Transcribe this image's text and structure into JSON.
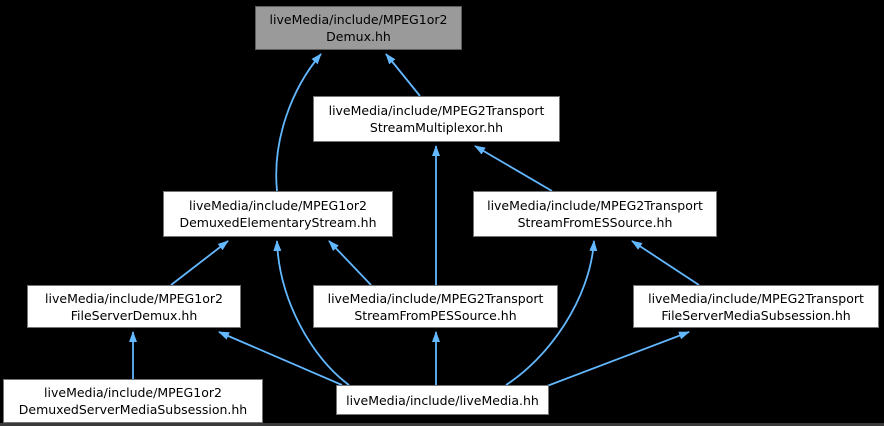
{
  "graph": {
    "description": "include dependency graph",
    "root": "demux"
  },
  "nodes": [
    {
      "id": "demux",
      "type": "current",
      "label": [
        "liveMedia/include/MPEG1or2",
        "Demux.hh"
      ]
    },
    {
      "id": "multiplexor",
      "type": "normal",
      "label": [
        "liveMedia/include/MPEG2Transport",
        "StreamMultiplexor.hh"
      ]
    },
    {
      "id": "elem",
      "type": "normal",
      "label": [
        "liveMedia/include/MPEG1or2",
        "DemuxedElementaryStream.hh"
      ]
    },
    {
      "id": "es",
      "type": "normal",
      "label": [
        "liveMedia/include/MPEG2Transport",
        "StreamFromESSource.hh"
      ]
    },
    {
      "id": "fsd",
      "type": "normal",
      "label": [
        "liveMedia/include/MPEG1or2",
        "FileServerDemux.hh"
      ]
    },
    {
      "id": "pes",
      "type": "normal",
      "label": [
        "liveMedia/include/MPEG2Transport",
        "StreamFromPESSource.hh"
      ]
    },
    {
      "id": "fsms",
      "type": "normal",
      "label": [
        "liveMedia/include/MPEG2Transport",
        "FileServerMediaSubsession.hh"
      ]
    },
    {
      "id": "dsms",
      "type": "normal",
      "label": [
        "liveMedia/include/MPEG1or2",
        "DemuxedServerMediaSubsession.hh"
      ]
    },
    {
      "id": "livemedia",
      "type": "normal",
      "label": [
        "liveMedia/include/liveMedia.hh"
      ]
    }
  ],
  "edges": [
    {
      "from": "elem",
      "to": "demux"
    },
    {
      "from": "multiplexor",
      "to": "demux"
    },
    {
      "from": "pes",
      "to": "multiplexor"
    },
    {
      "from": "es",
      "to": "multiplexor"
    },
    {
      "from": "fsd",
      "to": "elem"
    },
    {
      "from": "livemedia",
      "to": "elem"
    },
    {
      "from": "pes",
      "to": "elem"
    },
    {
      "from": "livemedia",
      "to": "fsd"
    },
    {
      "from": "livemedia",
      "to": "pes"
    },
    {
      "from": "livemedia",
      "to": "es"
    },
    {
      "from": "fsms",
      "to": "es"
    },
    {
      "from": "livemedia",
      "to": "fsms"
    },
    {
      "from": "dsms",
      "to": "fsd"
    }
  ],
  "colors": {
    "background": "#000000",
    "edge": "#63b8ff",
    "node_fill": "#ffffff",
    "node_border": "#747474",
    "current_node_fill": "#9a9a9a",
    "current_node_border": "#5c5c5c",
    "text": "#000000",
    "bottom_strip": "#3a3a3a"
  }
}
